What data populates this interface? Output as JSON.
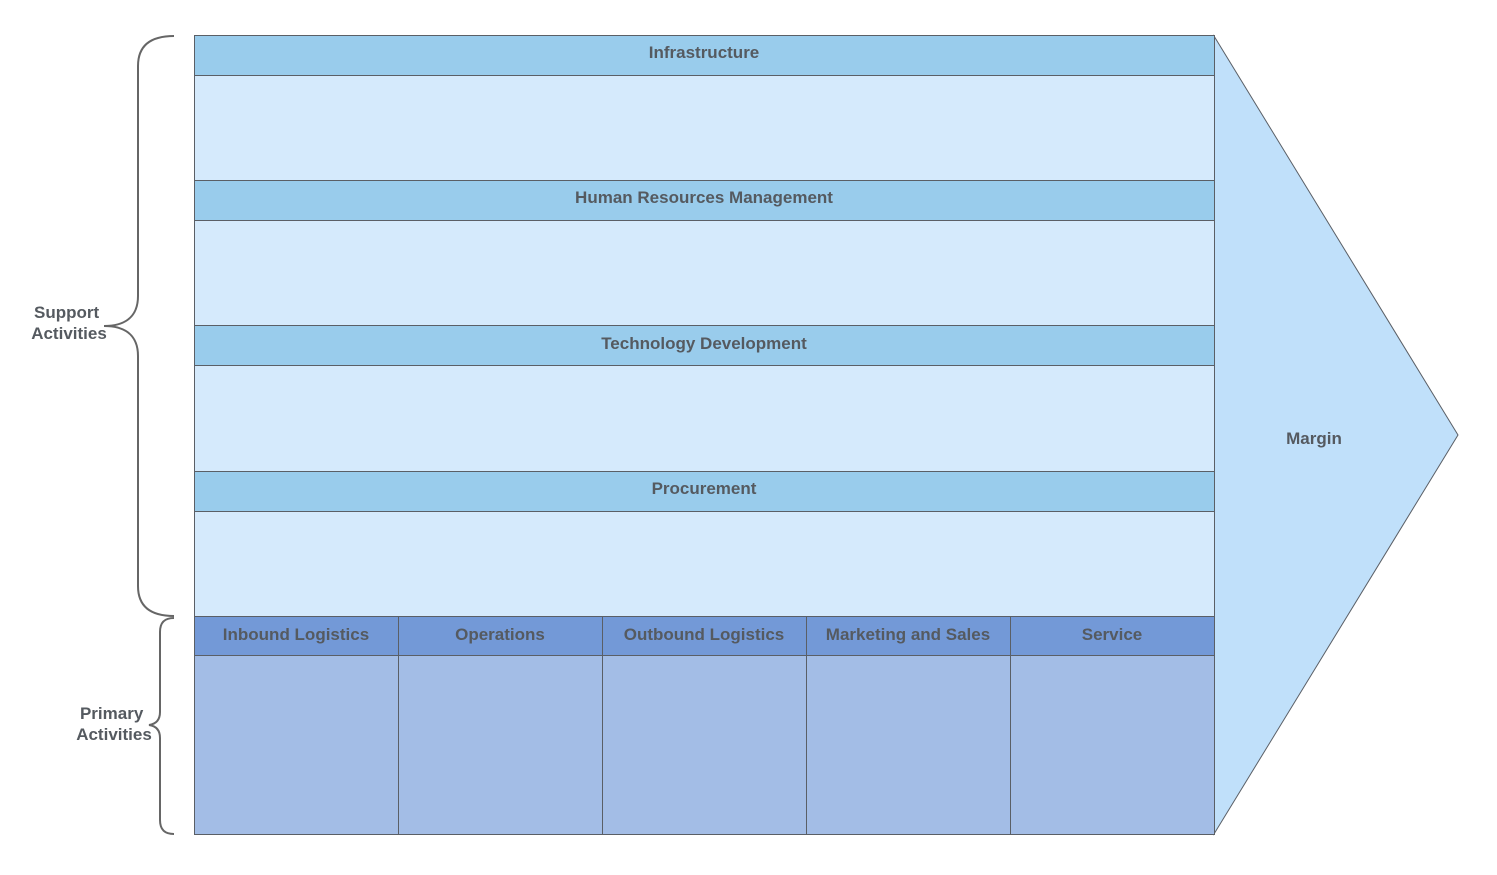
{
  "diagram": {
    "support_label_lines": [
      "Support",
      "Activities"
    ],
    "primary_label_lines": [
      "Primary",
      "Activities"
    ],
    "support_activities": [
      {
        "label": "Infrastructure"
      },
      {
        "label": "Human Resources Management"
      },
      {
        "label": "Technology Development"
      },
      {
        "label": "Procurement"
      }
    ],
    "primary_activities": [
      {
        "label": "Inbound Logistics"
      },
      {
        "label": "Operations"
      },
      {
        "label": "Outbound Logistics"
      },
      {
        "label": "Marketing and Sales"
      },
      {
        "label": "Service"
      }
    ],
    "margin_label": "Margin"
  },
  "colors": {
    "support_header": "#99ccec",
    "support_body": "#d5eafc",
    "primary_header": "#7399d7",
    "primary_body": "#a3bde6",
    "margin_fill": "#c0e0fa",
    "stroke": "#5a5f66",
    "text": "#555a60",
    "bracket": "#666666"
  }
}
